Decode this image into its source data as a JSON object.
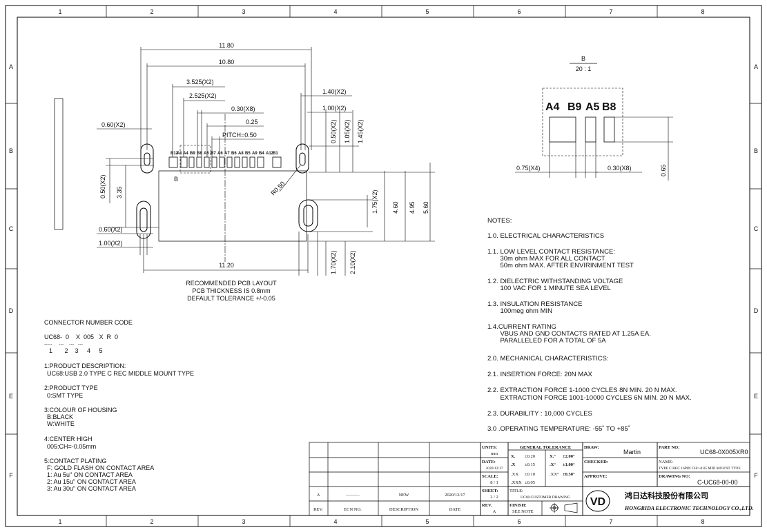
{
  "zones": {
    "columns": [
      "1",
      "2",
      "3",
      "4",
      "5",
      "6",
      "7",
      "8"
    ],
    "rows": [
      "A",
      "B",
      "C",
      "D",
      "E",
      "F"
    ]
  },
  "pcb_layout": {
    "dims": {
      "d11_80": "11.80",
      "d10_80": "10.80",
      "d3_525": "3.525(X2)",
      "d2_525": "2.525(X2)",
      "d0_30": "0.30(X8)",
      "d0_25": "0.25",
      "pitch": "PITCH=0.50",
      "d0_60_top": "0.60(X2)",
      "d1_40": "1.40(X2)",
      "d1_00_top": "1.00(X2)",
      "d0_50v": "0.50(X2)",
      "d1_05v": "1.05(X2)",
      "d1_45v": "1.45(X2)",
      "d0_50left": "0.50(X2)",
      "d3_35": "3.35",
      "r0_50": "R0.50",
      "d1_75": "1.75(X2)",
      "d4_60": "4.60",
      "d4_95": "4.95",
      "d5_60": "5.60",
      "d0_60_bot": "0.60(X2)",
      "d1_00_bot": "1.00(X2)",
      "d11_20": "11.20",
      "d1_70": "1.70(X2)",
      "d2_10": "2.10(X2)",
      "detail_ref": "B"
    },
    "pins": [
      "B12",
      "A1",
      "A4",
      "B9",
      "B8",
      "A5",
      "B7",
      "A6",
      "A7",
      "B6",
      "A8",
      "B5",
      "A9",
      "B4",
      "A12",
      "B1"
    ],
    "caption": [
      "RECOMMENDED PCB LAYOUT",
      "PCB THICKNESS IS 0.8mm",
      "DEFAULT TOLERANCE +/-0.05"
    ]
  },
  "detail_b": {
    "title": "B",
    "scale": "20 : 1",
    "pins": [
      "A4",
      "B9",
      "A5",
      "B8"
    ],
    "dims": {
      "w": "0.75(X4)",
      "g": "0.30(X8)",
      "h": "0.65"
    }
  },
  "connector_code": {
    "heading": "CONNECTOR NUMBER CODE",
    "code": "UC68-  0    X  005   X  R  0",
    "underline": "-----     ---    ---   ---",
    "indexes": "1       2    3     4     5",
    "items": [
      {
        "title": "1:PRODUCT DESCRIPTION:",
        "lines": [
          "UC68:USB 2.0 TYPE C REC MIDDLE MOUNT TYPE"
        ]
      },
      {
        "title": "2:PRODUCT TYPE",
        "lines": [
          "0:SMT TYPE"
        ]
      },
      {
        "title": "3:COLOUR OF  HOUSING",
        "lines": [
          "B:BLACK",
          "W:WHITE"
        ]
      },
      {
        "title": "4:CENTER HIGH",
        "lines": [
          "005:CH=-0.05mm"
        ]
      },
      {
        "title": "5:CONTACT PLATING",
        "lines": [
          "F: GOLD FLASH ON CONTACT AREA",
          "1: Au 5u\" ON CONTACT AREA",
          "2: Au 15u\" ON CONTACT AREA",
          "3: Au 30u\" ON CONTACT AREA"
        ]
      }
    ]
  },
  "notes": {
    "heading": "NOTES:",
    "lines": [
      "1.0. ELECTRICAL CHARACTERISTICS",
      "1.1. LOW LEVEL CONTACT RESISTANCE:",
      "       30m ohm MAX FOR ALL CONTACT",
      "       50m ohm MAX. AFTER ENVIRINMENT TEST",
      "1.2. DIELECTRIC WITHSTANDING VOLTAGE",
      "       100 VAC FOR 1 MINUTE SEA LEVEL",
      "1.3. INSULATION RESISTANCE",
      "       100meg ohm MIN",
      "1.4.CURRENT RATING",
      "       VBUS AND GND CONTACTS RATED AT 1.25A EA.",
      "       PARALLELED FOR A TOTAL OF 5A",
      "2.0. MECHANICAL CHARACTERISTICS:",
      "2.1. INSERTION FORCE: 20N MAX",
      "2.2. EXTRACTION FORCE 1-1000 CYCLES 8N MIN. 20 N MAX.",
      "       EXTRACTION FORCE 1001-10000 CYCLES 6N MIN. 20 N MAX.",
      "2.3. DURABILITY : 10,000 CYCLES",
      "3.0 .OPERATING TEMPERATURE: -55˚ TO +85˚"
    ]
  },
  "title_block": {
    "rev_table": {
      "headers": [
        "REV.",
        "ECN NO.",
        "DESCRIPTION",
        "DATE"
      ],
      "row": [
        "A",
        "———",
        "NEW",
        "2020/12/17"
      ]
    },
    "units_label": "UNITS:",
    "units_val": "mm",
    "date_label": "DATE:",
    "date_val": "2020/12/17",
    "scale_label": "SCALE:",
    "scale_val": "8 / 1",
    "sheet_label": "SHEET:",
    "sheet_val": "2 / 2",
    "rev_label": "REV.",
    "rev_val": "A",
    "gen_tol": "GENERAL TOLERANCE",
    "tol_rows": [
      [
        "X.",
        "±0.20",
        "X.°",
        "±2.00°"
      ],
      [
        ".X",
        "±0.15",
        ".X°",
        "±1.00°"
      ],
      [
        ".XX",
        "±0.10",
        ".XX°",
        "±0.50°"
      ],
      [
        ".XXX",
        "±0.05",
        "",
        ""
      ]
    ],
    "title_label": "TITLE:",
    "title_val": "UC68 CUSTOMER DRAWING",
    "finish_label": "FINISH:",
    "finish_val": "SEE NOTE",
    "draw_label": "DRAW:",
    "draw_val": "Martin",
    "checked_label": "CHECKED:",
    "approve_label": "APPROVE:",
    "part_label": "PART NO:",
    "part_val": "UC68-0X005XR0",
    "name_label": "NAME:",
    "name_val": "TYPE C REC 16PIN CH=-0.05 MID MOUNT TYPE",
    "drawing_label": "DRAWING NO:",
    "drawing_val": "C-UC68-00-00",
    "company_cn": "鸿日达科技股份有限公司",
    "company_en": "HONGRIDA ELECTRONIC TECHNOLOGY CO.,LTD."
  }
}
